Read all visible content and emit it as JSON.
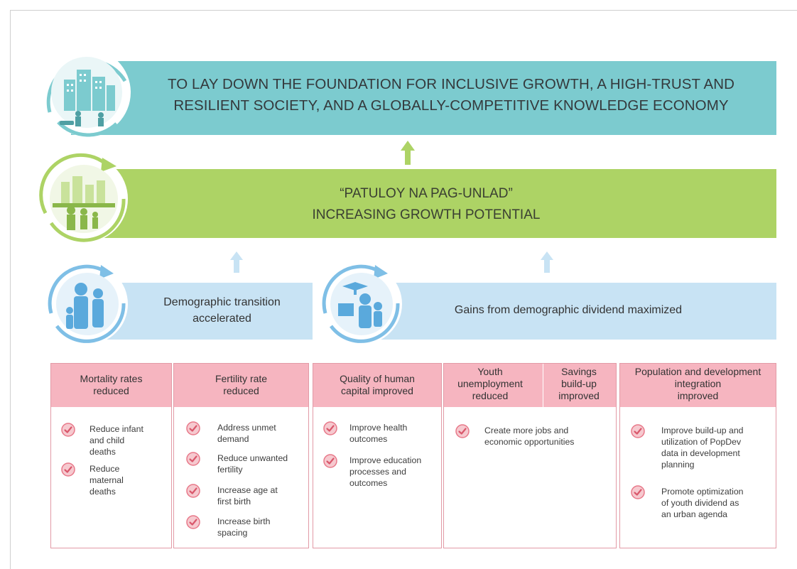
{
  "goal": {
    "line1": "TO LAY DOWN THE FOUNDATION FOR INCLUSIVE GROWTH, A HIGH-TRUST AND",
    "line2": "RESILIENT SOCIETY, AND A GLOBALLY-COMPETITIVE KNOWLEDGE ECONOMY",
    "icon": "city-buildings-icon"
  },
  "middle": {
    "line1": "“PATULOY NA PAG-UNLAD”",
    "line2": "INCREASING GROWTH POTENTIAL",
    "icon": "family-city-icon"
  },
  "outcomes": {
    "transition": {
      "line1": "Demographic transition",
      "line2": "accelerated",
      "icon": "family-icon"
    },
    "dividend": {
      "label": "Gains from demographic dividend maximized",
      "icon": "graduate-family-icon"
    }
  },
  "columns": [
    {
      "title_lines": [
        "Mortality rates",
        "reduced"
      ],
      "items": [
        [
          "Reduce infant",
          "and child",
          "deaths"
        ],
        [
          "Reduce",
          "maternal",
          "deaths"
        ]
      ]
    },
    {
      "title_lines": [
        "Fertility rate",
        "reduced"
      ],
      "items": [
        [
          "Address unmet",
          "demand"
        ],
        [
          "Reduce unwanted",
          "fertility"
        ],
        [
          "Increase age at",
          "first birth"
        ],
        [
          "Increase birth",
          "spacing"
        ]
      ]
    },
    {
      "title_lines": [
        "Quality of human",
        "capital improved"
      ],
      "items": [
        [
          "Improve health",
          "outcomes"
        ],
        [
          "Improve education",
          "processes and",
          "outcomes"
        ]
      ]
    },
    {
      "title_a_lines": [
        "Youth",
        "unemployment",
        "reduced"
      ],
      "title_b_lines": [
        "Savings",
        "build-up",
        "improved"
      ],
      "items": [
        [
          "Create more jobs and",
          "economic opportunities"
        ]
      ]
    },
    {
      "title_lines": [
        "Population and development",
        "integration",
        "improved"
      ],
      "items": [
        [
          "Improve build-up and",
          "utilization of PopDev",
          "data in development",
          "planning"
        ],
        [
          "Promote optimization",
          "of youth dividend as",
          "an urban agenda"
        ]
      ]
    }
  ],
  "colors": {
    "goal": "#7ccbcf",
    "middle": "#add365",
    "outcome": "#c8e3f4",
    "header": "#f6b5c0",
    "check": "#e8798a"
  }
}
